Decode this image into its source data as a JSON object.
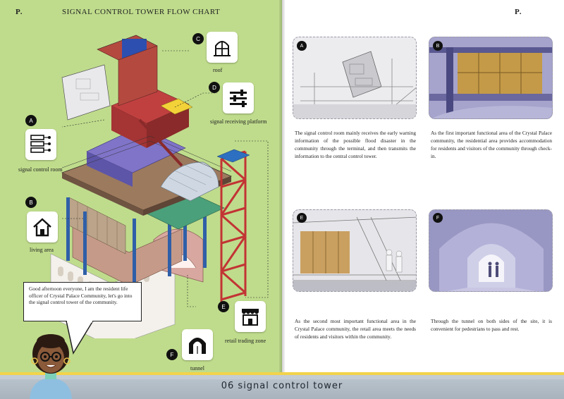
{
  "left_page": {
    "page_marker": "P.",
    "title": "SIGNAL CONTROL TOWER FLOW CHART",
    "callouts": [
      {
        "letter": "C",
        "label": "roof",
        "icon": "arch-window-icon"
      },
      {
        "letter": "D",
        "label": "signal receiving platform",
        "icon": "sliders-icon"
      },
      {
        "letter": "A",
        "label": "signal control room",
        "icon": "server-network-icon"
      },
      {
        "letter": "B",
        "label": "living area",
        "icon": "house-icon"
      },
      {
        "letter": "E",
        "label": "retail trading zone",
        "icon": "storefront-icon"
      },
      {
        "letter": "F",
        "label": "tunnel",
        "icon": "tunnel-icon"
      }
    ],
    "speech": "Good afternoon everyone, I am the resident life officer of Crystal Palace Community, let's go into the signal control tower of the community."
  },
  "right_page": {
    "page_marker": "P.",
    "panels": [
      {
        "letter": "A",
        "text": "The signal control room mainly receives the early warning information of the possible flood disaster in the community through the terminal, and then transmits the information to the central control tower."
      },
      {
        "letter": "B",
        "text": "As the first important functional area of the Crystal Palace community, the residential area provides accommodation for residents and visitors of the community through check-in."
      },
      {
        "letter": "E",
        "text": "As the second most important functional area in the Crystal Palace community, the retail area meets the needs of residents and visitors within the community."
      },
      {
        "letter": "F",
        "text": "Through the tunnel on both sides of the site, it is convenient for pedestrians to pass and rest."
      }
    ]
  },
  "footer": {
    "title": "06  signal control tower"
  },
  "colors": {
    "left_bg": "#bfdc8c",
    "steel_red": "#b83a3a",
    "steel_blue": "#2f5fa8",
    "floor_brown": "#9c7a5e"
  }
}
